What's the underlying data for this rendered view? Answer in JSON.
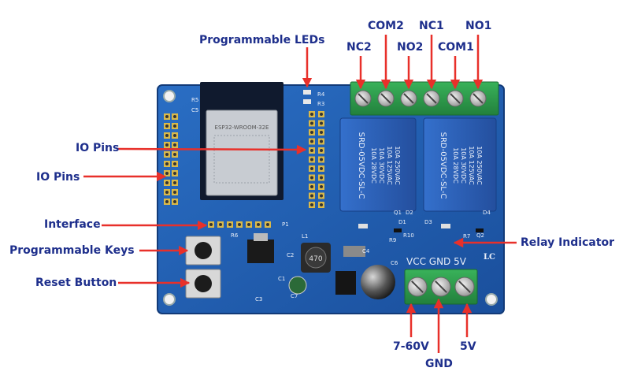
{
  "labels": {
    "programmable_leds": "Programmable LEDs",
    "io_pins_inner": "IO Pins",
    "io_pins_outer": "IO Pins",
    "interface": "Interface",
    "programmable_keys": "Programmable Keys",
    "reset_button": "Reset Button",
    "relay_indicator": "Relay Indicator",
    "nc2": "NC2",
    "com2": "COM2",
    "no2": "NO2",
    "nc1": "NC1",
    "com1": "COM1",
    "no1": "NO1",
    "v7_60": "7-60V",
    "gnd": "GND",
    "v5": "5V"
  },
  "board": {
    "power_terminal_silk": "VCC GND 5V",
    "logo_silk": "LC",
    "relay_text_lines": [
      "10A 250VAC",
      "10A 125VAC",
      "10A 30VDC",
      "10A 28VDC"
    ],
    "relay_model": "SRD-05VDC-SL-C",
    "module_text": "ESP32-WROOM-32E",
    "inductor_text": "470",
    "regulator_text": "",
    "silk_refs": [
      "R5",
      "C5",
      "R4",
      "R3",
      "D1",
      "D2",
      "D3",
      "D4",
      "R6",
      "R7",
      "R9",
      "R10",
      "C1",
      "C2",
      "C3",
      "C4",
      "C6",
      "C7",
      "P1",
      "L1",
      "Q1",
      "Q2"
    ]
  },
  "colors": {
    "label_text": "#1e2f8c",
    "arrow": "#e8302a",
    "pcb": "#1f5fb3",
    "terminal": "#2e9a4a",
    "relay": "#2a5db8"
  }
}
